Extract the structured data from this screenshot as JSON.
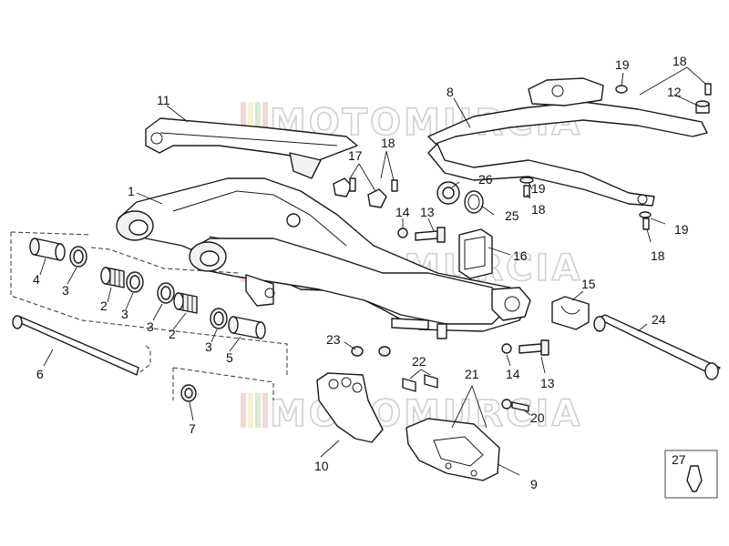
{
  "watermark": {
    "text": "MOTOMURCIA",
    "bar_colors": [
      "#e9b7b7",
      "#f3e3a6",
      "#b9d8b2",
      "#e9b7b7"
    ]
  },
  "callouts": {
    "c1": "1",
    "c2a": "2",
    "c2b": "2",
    "c3a": "3",
    "c3b": "3",
    "c3c": "3",
    "c3d": "3",
    "c4": "4",
    "c5": "5",
    "c6": "6",
    "c7": "7",
    "c8": "8",
    "c9": "9",
    "c10": "10",
    "c11": "11",
    "c12": "12",
    "c13a": "13",
    "c13b": "13",
    "c14a": "14",
    "c14b": "14",
    "c15": "15",
    "c16": "16",
    "c17": "17",
    "c18a": "18",
    "c18b": "18",
    "c18c": "18",
    "c18d": "18",
    "c19a": "19",
    "c19b": "19",
    "c19c": "19",
    "c20": "20",
    "c21": "21",
    "c22": "22",
    "c23": "23",
    "c24": "24",
    "c25": "25",
    "c26": "26",
    "c27": "27"
  }
}
